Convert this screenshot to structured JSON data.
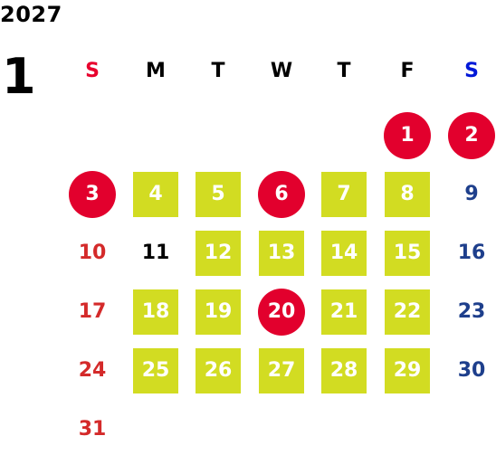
{
  "year": "2027",
  "month": "1",
  "weekdays": [
    {
      "label": "S",
      "color": "#e8002d"
    },
    {
      "label": "M",
      "color": "#000000"
    },
    {
      "label": "T",
      "color": "#000000"
    },
    {
      "label": "W",
      "color": "#000000"
    },
    {
      "label": "T",
      "color": "#000000"
    },
    {
      "label": "F",
      "color": "#000000"
    },
    {
      "label": "S",
      "color": "#0018d8"
    }
  ],
  "legend_colors": {
    "holiday_circle": "#e2002d",
    "highlight_square": "#d2dc22",
    "sunday_text": "#d42a2a",
    "saturday_text": "#1e3f8c"
  },
  "weeks": [
    [
      null,
      null,
      null,
      null,
      null,
      {
        "day": "1",
        "style": "holiday"
      },
      {
        "day": "2",
        "style": "holiday"
      }
    ],
    [
      {
        "day": "3",
        "style": "holiday"
      },
      {
        "day": "4",
        "style": "highlight"
      },
      {
        "day": "5",
        "style": "highlight"
      },
      {
        "day": "6",
        "style": "holiday"
      },
      {
        "day": "7",
        "style": "highlight"
      },
      {
        "day": "8",
        "style": "highlight"
      },
      {
        "day": "9",
        "style": "plain"
      }
    ],
    [
      {
        "day": "10",
        "style": "plain"
      },
      {
        "day": "11",
        "style": "plain"
      },
      {
        "day": "12",
        "style": "highlight"
      },
      {
        "day": "13",
        "style": "highlight"
      },
      {
        "day": "14",
        "style": "highlight"
      },
      {
        "day": "15",
        "style": "highlight"
      },
      {
        "day": "16",
        "style": "plain"
      }
    ],
    [
      {
        "day": "17",
        "style": "plain"
      },
      {
        "day": "18",
        "style": "highlight"
      },
      {
        "day": "19",
        "style": "highlight"
      },
      {
        "day": "20",
        "style": "holiday"
      },
      {
        "day": "21",
        "style": "highlight"
      },
      {
        "day": "22",
        "style": "highlight"
      },
      {
        "day": "23",
        "style": "plain"
      }
    ],
    [
      {
        "day": "24",
        "style": "plain"
      },
      {
        "day": "25",
        "style": "highlight"
      },
      {
        "day": "26",
        "style": "highlight"
      },
      {
        "day": "27",
        "style": "highlight"
      },
      {
        "day": "28",
        "style": "highlight"
      },
      {
        "day": "29",
        "style": "highlight"
      },
      {
        "day": "30",
        "style": "plain"
      }
    ],
    [
      {
        "day": "31",
        "style": "plain"
      },
      null,
      null,
      null,
      null,
      null,
      null
    ]
  ]
}
